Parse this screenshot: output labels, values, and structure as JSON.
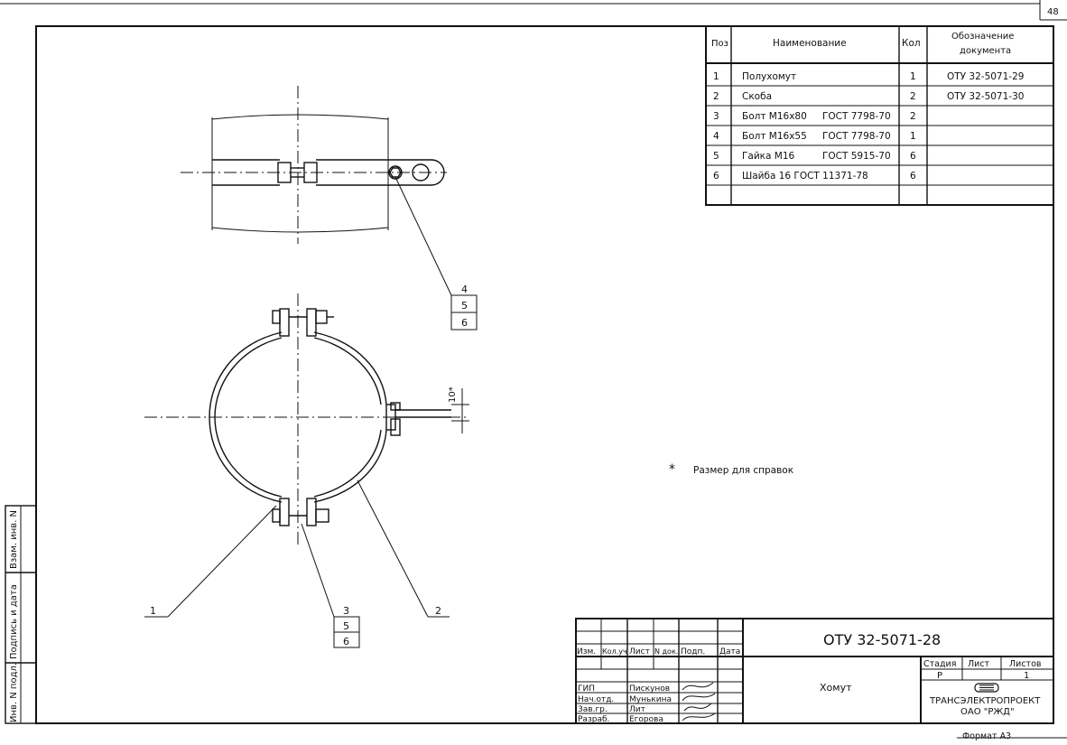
{
  "sheet_number": "48",
  "spec_table": {
    "headers": {
      "pos": "Поз",
      "name": "Наименование",
      "qty": "Кол",
      "doc_line1": "Обозначение",
      "doc_line2": "документа"
    },
    "rows": [
      {
        "pos": "1",
        "name": "Полухомут",
        "std": "",
        "qty": "1",
        "doc": "ОТУ 32-5071-29"
      },
      {
        "pos": "2",
        "name": "Скоба",
        "std": "",
        "qty": "2",
        "doc": "ОТУ 32-5071-30"
      },
      {
        "pos": "3",
        "name": "Болт М16х80",
        "std": "ГОСТ 7798-70",
        "qty": "2",
        "doc": ""
      },
      {
        "pos": "4",
        "name": "Болт М16х55",
        "std": "ГОСТ 7798-70",
        "qty": "1",
        "doc": ""
      },
      {
        "pos": "5",
        "name": "Гайка М16",
        "std": "ГОСТ 5915-70",
        "qty": "6",
        "doc": ""
      },
      {
        "pos": "6",
        "name": "Шайба 16 ГОСТ 11371-78",
        "std": "",
        "qty": "6",
        "doc": ""
      }
    ]
  },
  "leaders": {
    "top_stack": [
      "4",
      "5",
      "6"
    ],
    "bottom_stack": [
      "3",
      "5",
      "6"
    ],
    "pos1": "1",
    "pos2": "2"
  },
  "dimension": "10*",
  "note_mark": "*",
  "note_text": "Размер для справок",
  "side_stamp": {
    "inv_podl": "Инв. N подл.",
    "podpis": "Подпись и дата",
    "vzam": "Взам. инв. N"
  },
  "title_block": {
    "code": "ОТУ 32-5071-28",
    "col_headers": [
      "Изм.",
      "Кол.уч",
      "Лист",
      "N док.",
      "Подп.",
      "Дата"
    ],
    "roles": [
      "ГИП",
      "Нач.отд.",
      "Зав.гр.",
      "Разраб."
    ],
    "names": [
      "Пискунов",
      "Мунькина",
      "Лит",
      "Егорова"
    ],
    "item_name": "Хомут",
    "stage_label": "Стадия",
    "sheet_label": "Лист",
    "sheets_label": "Листов",
    "stage_value": "Р",
    "sheet_value": "",
    "sheets_value": "1",
    "org_line1": "ТРАНСЭЛЕКТРОПРОЕКТ",
    "org_line2": "ОАО \"РЖД\"",
    "format": "Формат А3"
  }
}
